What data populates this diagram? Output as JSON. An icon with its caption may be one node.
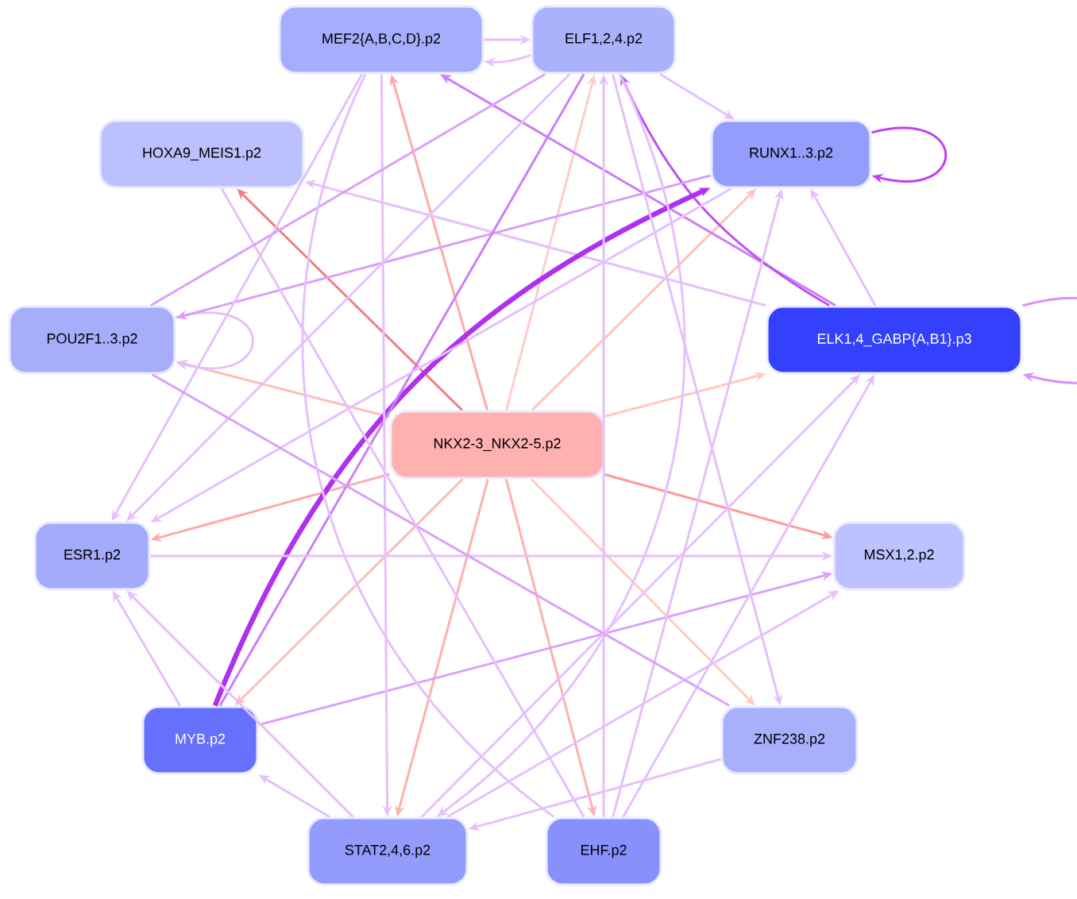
{
  "diagram": {
    "nodes": [
      {
        "text": [
          "MEF2{A,B,C,D}.p2"
        ]
      },
      {
        "text": [
          "ELF1,2,4.p2"
        ]
      },
      {
        "text": [
          "HOXA9_MEIS1.p2"
        ]
      },
      {
        "text": [
          "RUNX1..3.p2"
        ]
      },
      {
        "text": [
          "POU2F1..3.p2"
        ]
      },
      {
        "text": [
          "ELK1,4_GABP{A,B1}.p3"
        ]
      },
      {
        "text": [
          "NKX2-3_NKX2-5.p2"
        ]
      },
      {
        "text": [
          "ESR1.p2"
        ]
      },
      {
        "text": [
          "MSX1,2.p2"
        ]
      },
      {
        "text": [
          "MYB.p2"
        ]
      },
      {
        "text": [
          "ZNF238.p2"
        ]
      },
      {
        "text": [
          "STAT2,4,6.p2"
        ]
      },
      {
        "text": [
          "EHF.p2"
        ]
      }
    ],
    "edges": [
      {
        "from": 6,
        "to": 0,
        "arrow": "to",
        "color": "#ffaaaa"
      },
      {
        "from": 6,
        "to": 2,
        "arrow": "to",
        "color": "#f08080"
      },
      {
        "from": 6,
        "to": 1,
        "arrow": "to",
        "color": "#ffcccc"
      },
      {
        "from": 6,
        "to": 3,
        "arrow": "to",
        "color": "#ffc4b8"
      },
      {
        "from": 6,
        "to": 4,
        "arrow": "to",
        "color": "#ffbbbb"
      },
      {
        "from": 6,
        "to": 5,
        "arrow": "to",
        "color": "#ffc8c0"
      },
      {
        "from": 6,
        "to": 7,
        "arrow": "to",
        "color": "#ffaaaa"
      },
      {
        "from": 6,
        "to": 8,
        "arrow": "to",
        "color": "#ff9999"
      },
      {
        "from": 6,
        "to": 9,
        "arrow": "to",
        "color": "#ffbbbb"
      },
      {
        "from": 6,
        "to": 11,
        "arrow": "to",
        "color": "#ffb0b0"
      },
      {
        "from": 6,
        "to": 12,
        "arrow": "to",
        "color": "#ffb0b0"
      },
      {
        "from": 6,
        "to": 10,
        "arrow": "to",
        "color": "#ffccbb"
      },
      {
        "from": 0,
        "to": 1,
        "arrow": "to"
      },
      {
        "from": 1,
        "to": 0,
        "arrow": "to"
      },
      {
        "from": 3,
        "to": 3,
        "arrow": "to",
        "color": "#c040f0"
      },
      {
        "from": 5,
        "to": 5,
        "arrow": "to",
        "color": "#d890fa"
      },
      {
        "from": 4,
        "to": 4,
        "arrow": "to"
      },
      {
        "from": 1,
        "to": 3,
        "arrow": "to"
      },
      {
        "from": 5,
        "to": 0,
        "arrow": "to",
        "color": "#cc80f8"
      },
      {
        "from": 5,
        "to": 1,
        "arrow": "to",
        "color": "#c050f4"
      },
      {
        "from": 5,
        "to": 2,
        "arrow": "to"
      },
      {
        "from": 3,
        "to": 4,
        "arrow": "to",
        "color": "#d9a0fa"
      },
      {
        "from": 9,
        "to": 3,
        "arrow": "to",
        "color": "#b030f0",
        "style": "thick"
      },
      {
        "from": 9,
        "to": 1,
        "arrow": "none",
        "color": "#cc80f8"
      },
      {
        "from": 0,
        "to": 7,
        "arrow": "to"
      },
      {
        "from": 1,
        "to": 7,
        "arrow": "to"
      },
      {
        "from": 3,
        "to": 7,
        "arrow": "to"
      },
      {
        "from": 7,
        "to": 8,
        "arrow": "to"
      },
      {
        "from": 9,
        "to": 8,
        "arrow": "to",
        "color": "#dca0fc"
      },
      {
        "from": 11,
        "to": 9,
        "arrow": "to"
      },
      {
        "from": 9,
        "to": 7,
        "arrow": "to"
      },
      {
        "from": 11,
        "to": 7,
        "arrow": "to"
      },
      {
        "from": 10,
        "to": 11,
        "arrow": "to"
      },
      {
        "from": 12,
        "to": 3,
        "arrow": "to"
      },
      {
        "from": 12,
        "to": 5,
        "arrow": "to"
      },
      {
        "from": 12,
        "to": 1,
        "arrow": "to"
      },
      {
        "from": 11,
        "to": 5,
        "arrow": "to"
      },
      {
        "from": 1,
        "to": 10,
        "arrow": "to"
      },
      {
        "from": 0,
        "to": 11,
        "arrow": "to"
      },
      {
        "from": 1,
        "to": 11,
        "arrow": "to"
      },
      {
        "from": 11,
        "to": 8,
        "arrow": "to"
      },
      {
        "from": 4,
        "to": 10,
        "arrow": "none",
        "color": "#dca0fc"
      },
      {
        "from": 2,
        "to": 12,
        "arrow": "none"
      },
      {
        "from": 4,
        "to": 1,
        "arrow": "none",
        "color": "#dca0fc"
      },
      {
        "from": 5,
        "to": 3,
        "arrow": "to"
      },
      {
        "from": 0,
        "to": 12,
        "arrow": "none"
      }
    ]
  }
}
